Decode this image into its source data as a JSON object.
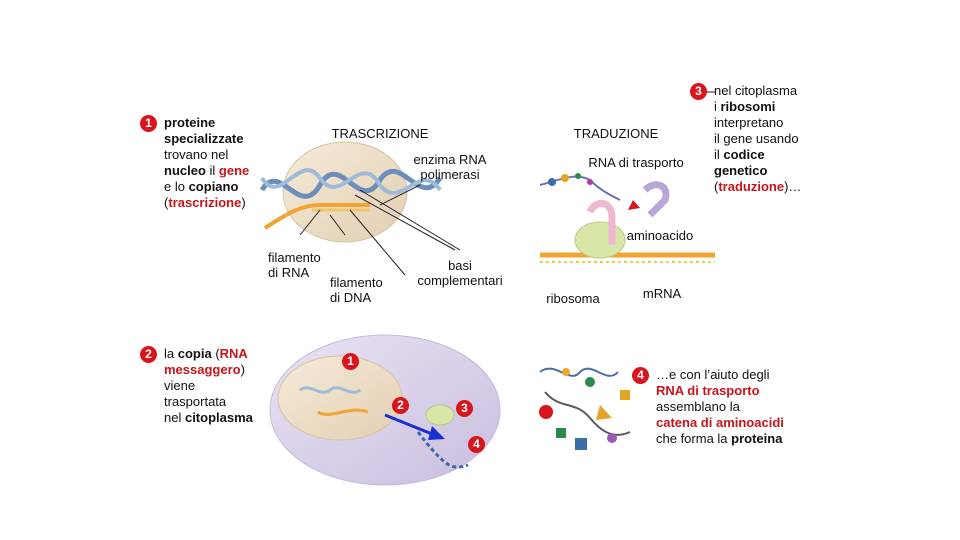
{
  "steps": [
    {
      "num": "1",
      "l1": "proteine",
      "l2": "specializzate",
      "l3": "trovano nel",
      "l4a": "nucleo",
      "l4b": " il ",
      "l4c": "gene",
      "l5a": "e lo ",
      "l5b": "copiano",
      "l6a": "(",
      "l6b": "trascrizione",
      "l6c": ")"
    },
    {
      "num": "2",
      "l1a": "la ",
      "l1b": "copia",
      "l1c": " (",
      "l1d": "RNA",
      "l2a": "messaggero",
      "l2b": ")",
      "l3": "viene",
      "l4": "trasportata",
      "l5a": "nel ",
      "l5b": "citoplasma"
    },
    {
      "num": "3",
      "l1": "nel citoplasma",
      "l2a": "i ",
      "l2b": "ribosomi",
      "l3": "interpretano",
      "l4": "il gene usando",
      "l5a": "il ",
      "l5b": "codice",
      "l6": "genetico",
      "l7a": "(",
      "l7b": "traduzione",
      "l7c": ")…"
    },
    {
      "num": "4",
      "l1": "…e con l’aiuto degli",
      "l2": "RNA di trasporto",
      "l3": "assemblano la",
      "l4": "catena di aminoacidi",
      "l5a": "che forma la ",
      "l5b": "proteina"
    }
  ],
  "labels": {
    "trascrizione": "TRASCRIZIONE",
    "traduzione": "TRADUZIONE",
    "enzima_1": "enzima RNA",
    "enzima_2": "polimerasi",
    "rna_trasporto": "RNA di trasporto",
    "aminoacido": "aminoacido",
    "filamento_rna_1": "filamento",
    "filamento_rna_2": "di RNA",
    "filamento_dna_1": "filamento",
    "filamento_dna_2": "di DNA",
    "basi_1": "basi",
    "basi_2": "complementari",
    "ribosoma": "ribosoma",
    "mrna": "mRNA"
  },
  "cell_markers": [
    "1",
    "2",
    "3",
    "4"
  ],
  "colors": {
    "accent_red": "#d8151c",
    "text_red": "#c8141a",
    "arrow_blue": "#1a2fd0"
  }
}
